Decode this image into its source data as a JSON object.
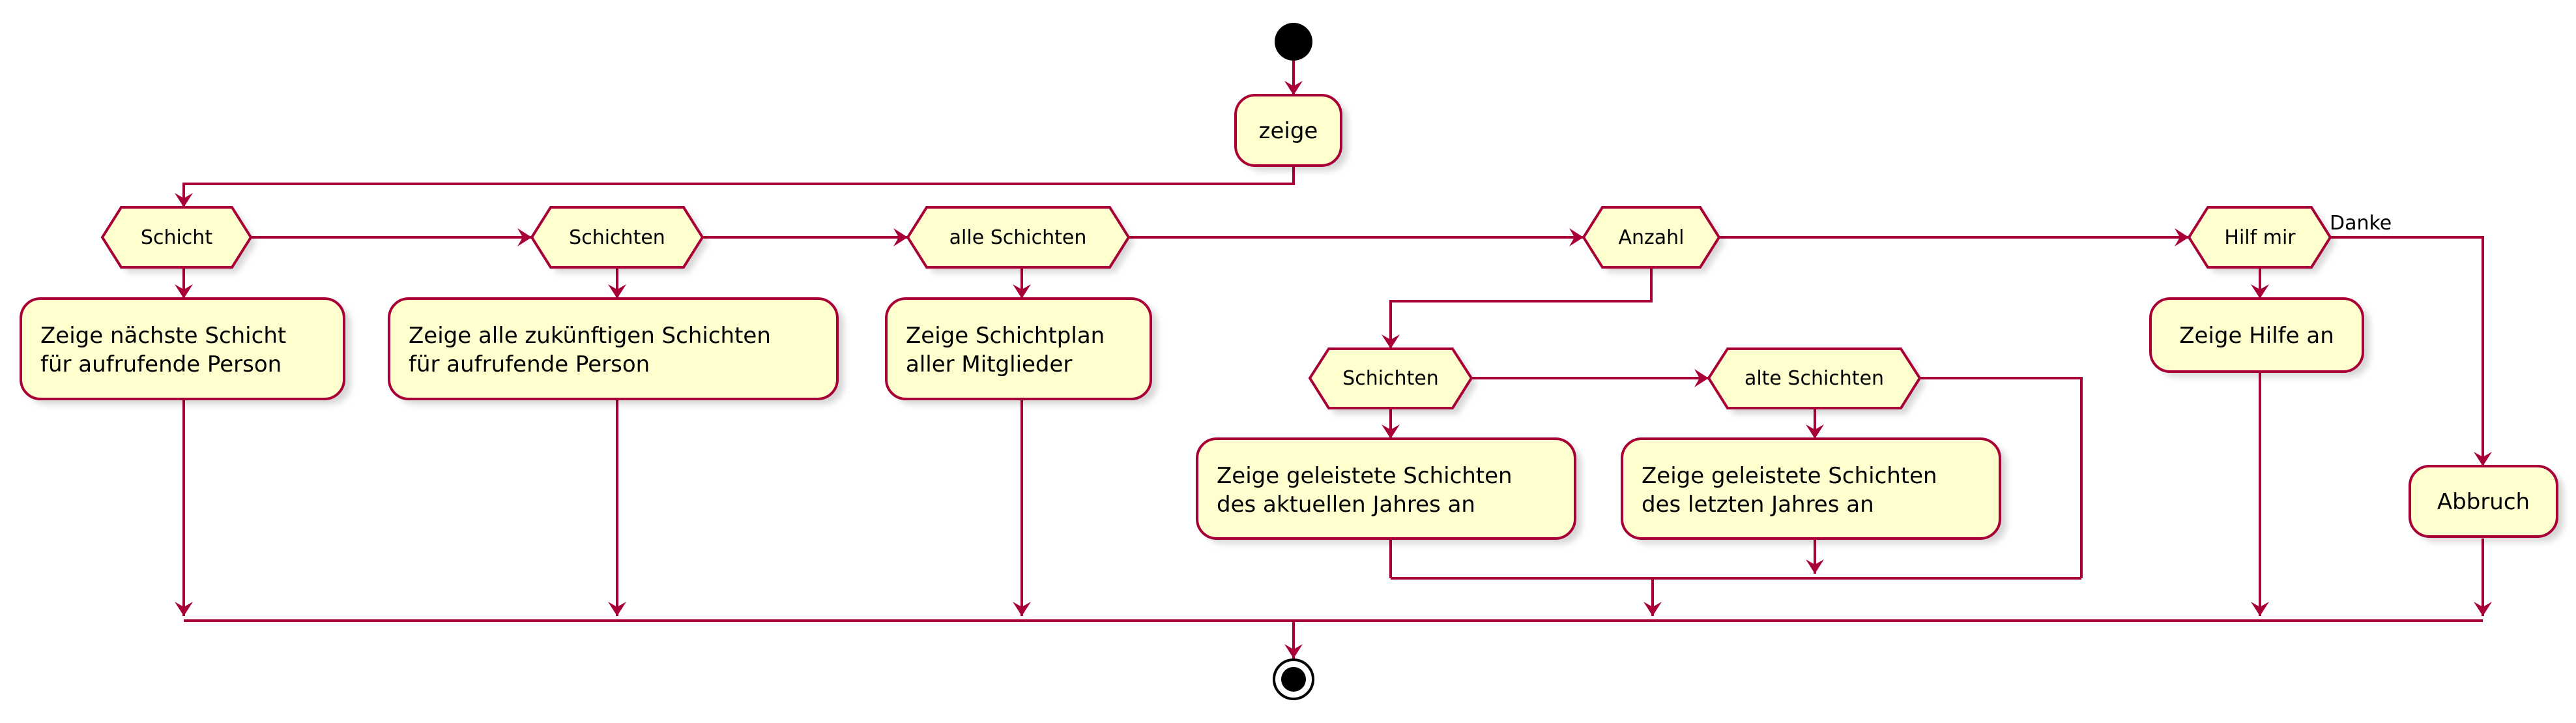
{
  "diagram": {
    "type": "activity",
    "colors": {
      "node_fill": "#FEFECE",
      "border": "#A80036",
      "text": "#000000",
      "start_end": "#000000"
    },
    "actions": {
      "zeige": "zeige",
      "next_shift": [
        "Zeige nächste Schicht",
        "für aufrufende Person"
      ],
      "future_shifts": [
        "Zeige alle zukünftigen Schichten",
        "für aufrufende Person"
      ],
      "plan": [
        "Zeige Schichtplan",
        "aller Mitglieder"
      ],
      "done_current": [
        "Zeige geleistete Schichten",
        "des aktuellen Jahres an"
      ],
      "done_last": [
        "Zeige geleistete Schichten",
        "des letzten Jahres an"
      ],
      "help": "Zeige Hilfe an",
      "abort": "Abbruch"
    },
    "conditions": {
      "schicht": "Schicht",
      "schichten": "Schichten",
      "alle_schichten": "alle Schichten",
      "anzahl": "Anzahl",
      "sub_schichten": "Schichten",
      "alte_schichten": "alte Schichten",
      "hilf_mir": "Hilf mir"
    },
    "edge_labels": {
      "danke": "Danke"
    }
  }
}
